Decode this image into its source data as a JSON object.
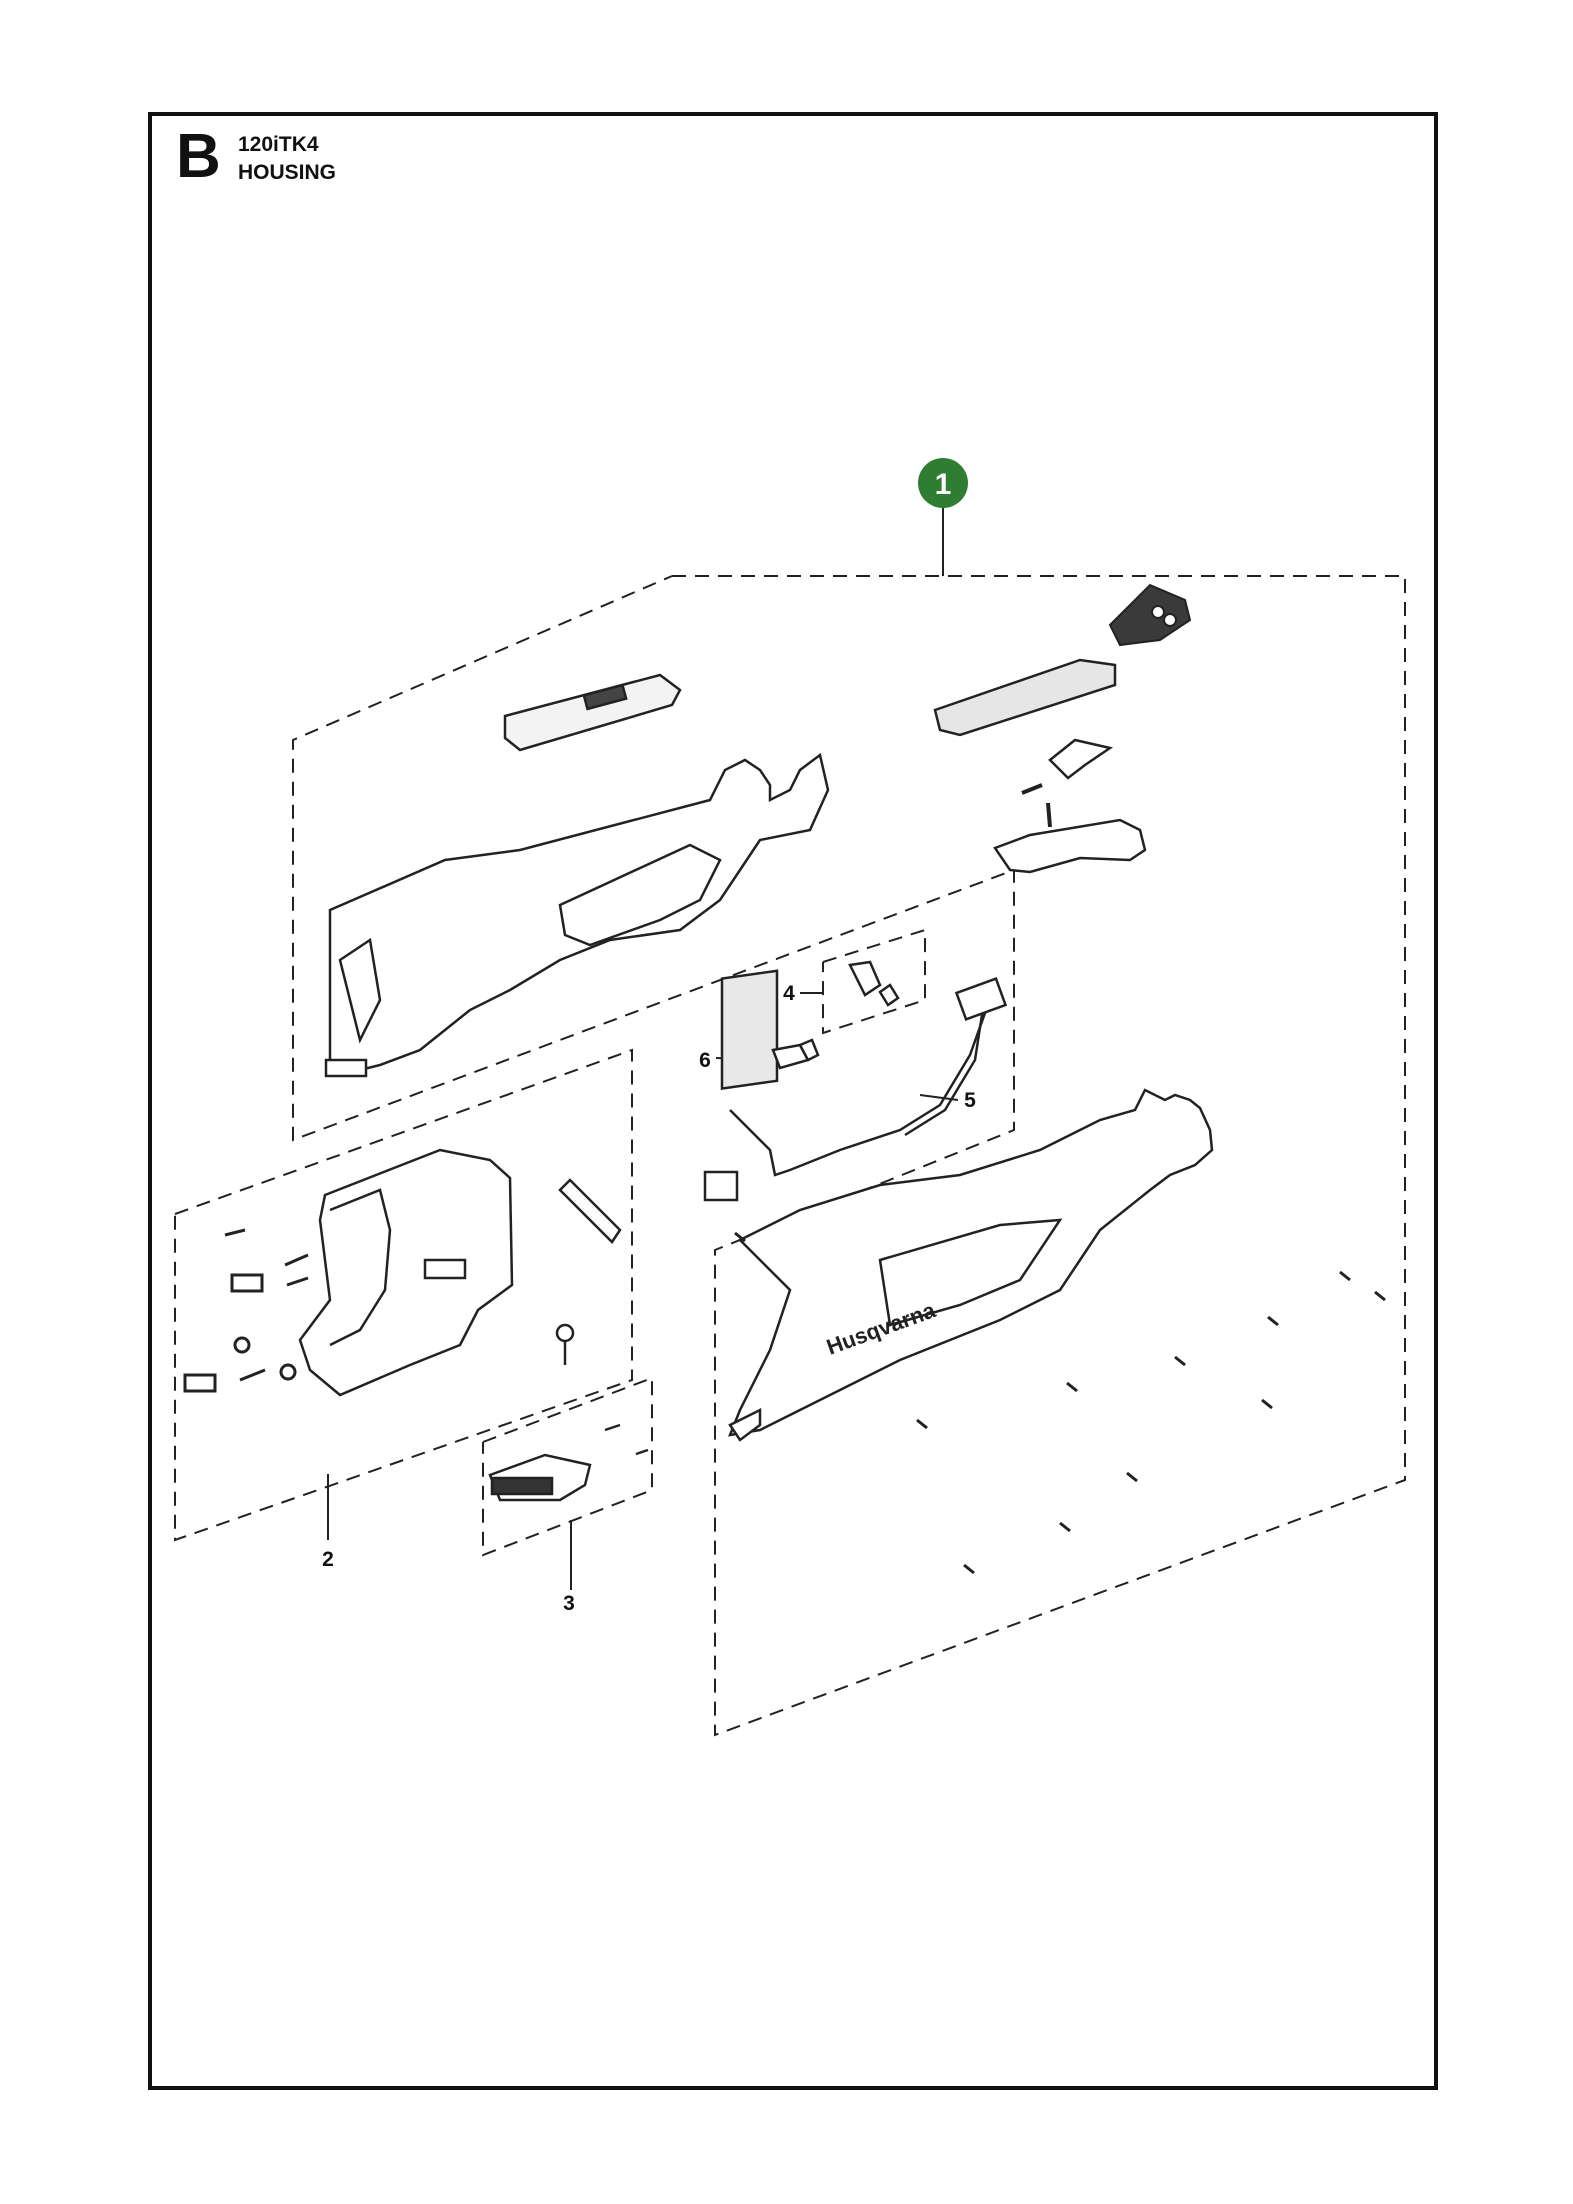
{
  "header": {
    "section_letter": "B",
    "model": "120iTK4",
    "title": "HOUSING"
  },
  "badge": {
    "label": "1",
    "color": "#2e7d32"
  },
  "callouts": {
    "c2": "2",
    "c3": "3",
    "c4": "4",
    "c5": "5",
    "c6": "6"
  },
  "brand_logo_text": "Husqvarna"
}
